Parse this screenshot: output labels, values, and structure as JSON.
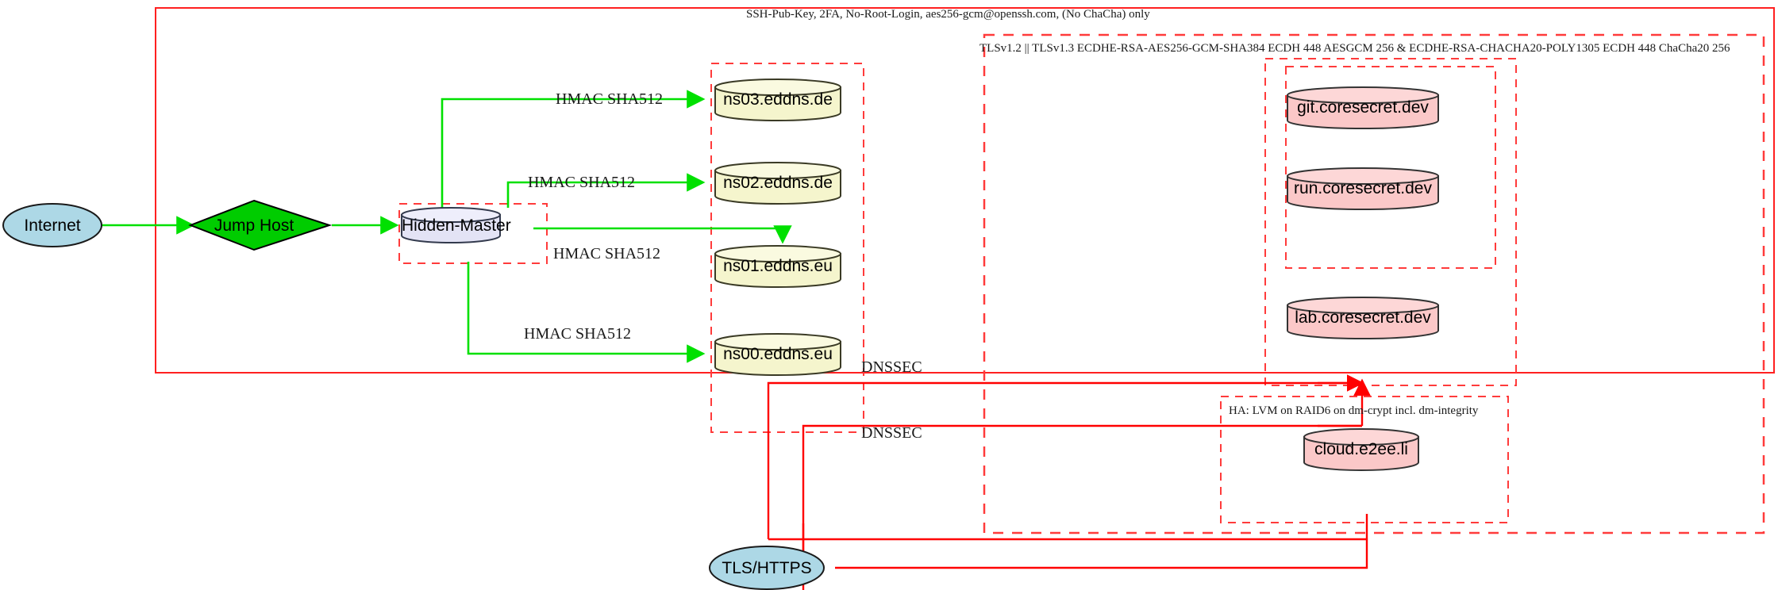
{
  "diagram": {
    "type": "network-architecture",
    "boundaries": [
      {
        "id": "ssh-zone",
        "label": "SSH-Pub-Key, 2FA, No-Root-Login, aes256-gcm@openssh.com, (No ChaCha) only",
        "style": "solid",
        "color": "#ff2020"
      },
      {
        "id": "tls-zone",
        "label": "TLSv1.2 || TLSv1.3 ECDHE-RSA-AES256-GCM-SHA384 ECDH 448 AESGCM 256 & ECDHE-RSA-CHACHA20-POLY1305 ECDH 448 ChaCha20 256",
        "style": "dashed",
        "color": "#ff3b3b"
      },
      {
        "id": "ha-zone",
        "label": "HA: LVM on RAID6 on dm-crypt incl. dm-integrity",
        "style": "dashed",
        "color": "#ff3b3b"
      },
      {
        "id": "master-zone",
        "label": "",
        "style": "dashed",
        "color": "#ff3b3b"
      },
      {
        "id": "ns-zone",
        "label": "",
        "style": "dashed",
        "color": "#ff3b3b"
      },
      {
        "id": "apps-zone",
        "label": "",
        "style": "dashed",
        "color": "#ff3b3b"
      },
      {
        "id": "apps-inner-zone",
        "label": "",
        "style": "dashed",
        "color": "#ff3b3b"
      }
    ],
    "nodes": [
      {
        "id": "internet",
        "label": "Internet",
        "shape": "ellipse",
        "fill": "#add8e6"
      },
      {
        "id": "jump-host",
        "label": "Jump Host",
        "shape": "diamond",
        "fill": "#00cc00"
      },
      {
        "id": "hidden-master",
        "label": "Hidden-Master",
        "shape": "cylinder",
        "fill": "#e3e3f5"
      },
      {
        "id": "ns03",
        "label": "ns03.eddns.de",
        "shape": "cylinder",
        "fill": "#f5f5cd"
      },
      {
        "id": "ns02",
        "label": "ns02.eddns.de",
        "shape": "cylinder",
        "fill": "#f5f5cd"
      },
      {
        "id": "ns01",
        "label": "ns01.eddns.eu",
        "shape": "cylinder",
        "fill": "#f5f5cd"
      },
      {
        "id": "ns00",
        "label": "ns00.eddns.eu",
        "shape": "cylinder",
        "fill": "#f5f5cd"
      },
      {
        "id": "git",
        "label": "git.coresecret.dev",
        "shape": "cylinder",
        "fill": "#fbc8c8"
      },
      {
        "id": "run",
        "label": "run.coresecret.dev",
        "shape": "cylinder",
        "fill": "#fbc8c8"
      },
      {
        "id": "lab",
        "label": "lab.coresecret.dev",
        "shape": "cylinder",
        "fill": "#fbc8c8"
      },
      {
        "id": "cloud",
        "label": "cloud.e2ee.li",
        "shape": "cylinder",
        "fill": "#fbc8c8"
      },
      {
        "id": "tls-https",
        "label": "TLS/HTTPS",
        "shape": "ellipse",
        "fill": "#add8e6"
      }
    ],
    "edges": [
      {
        "id": "e-internet-jump",
        "from": "internet",
        "to": "jump-host",
        "label": "",
        "color": "#00e000"
      },
      {
        "id": "e-jump-master",
        "from": "jump-host",
        "to": "hidden-master",
        "label": "",
        "color": "#00e000"
      },
      {
        "id": "e-master-ns03",
        "from": "hidden-master",
        "to": "ns03",
        "label": "HMAC SHA512",
        "color": "#00e000"
      },
      {
        "id": "e-master-ns02",
        "from": "hidden-master",
        "to": "ns02",
        "label": "HMAC SHA512",
        "color": "#00e000"
      },
      {
        "id": "e-master-ns01",
        "from": "hidden-master",
        "to": "ns01",
        "label": "HMAC SHA512",
        "color": "#00e000"
      },
      {
        "id": "e-master-ns00",
        "from": "hidden-master",
        "to": "ns00",
        "label": "HMAC SHA512",
        "color": "#00e000"
      },
      {
        "id": "e-dnssec-apps",
        "from": "ns-zone",
        "to": "apps-zone",
        "label": "DNSSEC",
        "color": "#ff0000"
      },
      {
        "id": "e-dnssec-ha",
        "from": "ns-zone",
        "to": "ha-zone",
        "label": "DNSSEC",
        "color": "#ff0000"
      },
      {
        "id": "e-tls-https-zone",
        "from": "tls-https",
        "to": "tls-zone",
        "label": "",
        "color": "#ff0000"
      }
    ]
  }
}
